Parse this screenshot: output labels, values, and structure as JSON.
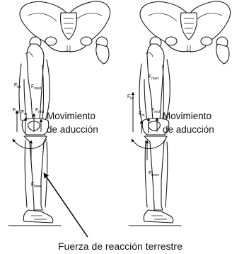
{
  "panels": [
    {
      "id": "left",
      "moment_label_line1": "Movimiento",
      "moment_label_line2": "de aducción",
      "force_labels": {
        "lat": {
          "main": "F",
          "sub": "lat"
        },
        "med": {
          "main": "F",
          "sub": "med"
        },
        "lcl": {
          "main": "F",
          "sub": "lcl"
        },
        "m": {
          "main": "F",
          "sub": "m"
        },
        "mcl": {
          "main": "F",
          "sub": "mcl"
        },
        "knee": {
          "main": "F",
          "sub": "knee"
        }
      }
    },
    {
      "id": "right",
      "moment_label_line1": "Movimiento",
      "moment_label_line2": "de aducción",
      "force_labels": {
        "med": {
          "main": "F",
          "sub": "med"
        },
        "lcl": {
          "main": "F",
          "sub": "lcl"
        },
        "m": {
          "main": "F",
          "sub": "m"
        },
        "mcl": {
          "main": "F",
          "sub": "mcl"
        },
        "knee": {
          "main": "F",
          "sub": "knee"
        }
      }
    }
  ],
  "caption": "Fuerza de reacción terrestre"
}
